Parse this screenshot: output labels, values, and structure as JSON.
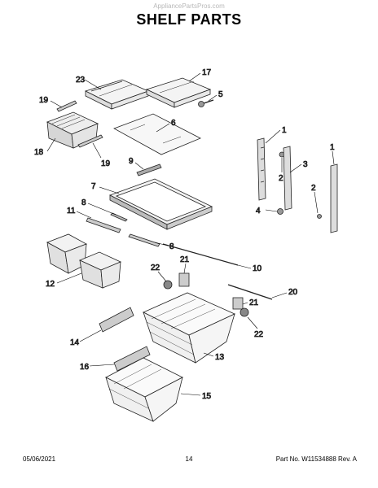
{
  "watermark": "AppliancePartsPros.com",
  "title": "SHELF PARTS",
  "callouts": {
    "c23": "23",
    "c17": "17",
    "c5": "5",
    "c19a": "19",
    "c6": "6",
    "c18": "18",
    "c19b": "19",
    "c9": "9",
    "c1a": "1",
    "c1b": "1",
    "c2a": "2",
    "c3": "3",
    "c2b": "2",
    "c4": "4",
    "c7": "7",
    "c8a": "8",
    "c11": "11",
    "c8b": "8",
    "c10": "10",
    "c21a": "21",
    "c22a": "22",
    "c12": "12",
    "c20": "20",
    "c21b": "21",
    "c22b": "22",
    "c14": "14",
    "c13": "13",
    "c16": "16",
    "c15": "15"
  },
  "footer": {
    "date": "05/06/2021",
    "page": "14",
    "part": "Part No. W11534888  Rev. A"
  }
}
